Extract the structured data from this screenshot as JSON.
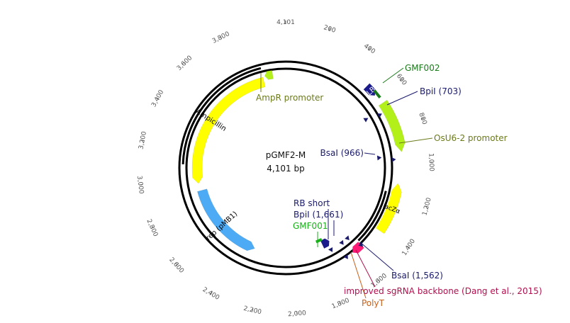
{
  "plasmid": {
    "name": "pGMF2-M",
    "length_label": "4,101 bp",
    "length_bp": 4101
  },
  "ticks": [
    {
      "bp": 4101,
      "label": "4,101"
    },
    {
      "bp": 200,
      "label": "200"
    },
    {
      "bp": 400,
      "label": "400"
    },
    {
      "bp": 600,
      "label": "600"
    },
    {
      "bp": 800,
      "label": "800"
    },
    {
      "bp": 1000,
      "label": "1,000"
    },
    {
      "bp": 1200,
      "label": "1,200"
    },
    {
      "bp": 1400,
      "label": "1,400"
    },
    {
      "bp": 1600,
      "label": "1,600"
    },
    {
      "bp": 1800,
      "label": "1,800"
    },
    {
      "bp": 2000,
      "label": "2,000"
    },
    {
      "bp": 2200,
      "label": "2,200"
    },
    {
      "bp": 2400,
      "label": "2,400"
    },
    {
      "bp": 2600,
      "label": "2,600"
    },
    {
      "bp": 2800,
      "label": "2,800"
    },
    {
      "bp": 3000,
      "label": "3,000"
    },
    {
      "bp": 3200,
      "label": "3,200"
    },
    {
      "bp": 3400,
      "label": "3,400"
    },
    {
      "bp": 3600,
      "label": "3,600"
    },
    {
      "bp": 3800,
      "label": "3,800"
    }
  ],
  "features": [
    {
      "id": "lb",
      "name": "LB",
      "start": 510,
      "end": 580,
      "strand": 1,
      "color": "#1a1a8c",
      "text_color": "#ffffff"
    },
    {
      "id": "osu6",
      "name": "OsU6-2 promoter",
      "start": 640,
      "end": 935,
      "strand": 1,
      "color": "#b3f01a",
      "text_color": "#6b7a1a"
    },
    {
      "id": "lacz",
      "name": "lacZα",
      "start": 1115,
      "end": 1410,
      "strand": -1,
      "color": "#ffff00",
      "text_color": "#000000"
    },
    {
      "id": "sgrna",
      "name": "improved sgRNA backbone (Dang et al., 2015)",
      "start": 1545,
      "end": 1615,
      "strand": 1,
      "color": "#ff1a75",
      "text_color": "#b0104e"
    },
    {
      "id": "rb",
      "name": "RB short",
      "start": 1700,
      "end": 1760,
      "strand": -1,
      "color": "#1a1a8c",
      "text_color": "#1a1a6c"
    },
    {
      "id": "rep",
      "name": "rep (pMB1)",
      "start": 2290,
      "end": 2905,
      "strand": -1,
      "color": "#4dabf5",
      "text_color": "#000000"
    },
    {
      "id": "amp",
      "name": "Ampicillin",
      "start": 2960,
      "end": 3940,
      "strand": -1,
      "color": "#ffff00",
      "text_color": "#000000"
    },
    {
      "id": "ampp",
      "name": "AmpR promoter",
      "start": 3955,
      "end": 4010,
      "strand": -1,
      "color": "#b3f01a",
      "text_color": "#6b7a1a"
    }
  ],
  "primers": [
    {
      "id": "gmf002",
      "name": "GMF002",
      "bp": 590,
      "color": "#1a7a1a"
    },
    {
      "id": "gmf001",
      "name": "GMF001",
      "bp": 1780,
      "color": "#1ab01a"
    }
  ],
  "sites": [
    {
      "id": "bpi703",
      "name": "BpiI (703)",
      "color": "#1a1a6c"
    },
    {
      "id": "bsa966",
      "name": "BsaI (966)",
      "color": "#1a1a6c"
    },
    {
      "id": "bpi1661",
      "name": "BpiI (1,661)",
      "color": "#1a1a6c"
    },
    {
      "id": "bsa1562",
      "name": "BsaI (1,562)",
      "color": "#1a1a6c"
    }
  ],
  "other_labels": [
    {
      "id": "polyt",
      "name": "PolyT",
      "color": "#c8601a"
    }
  ]
}
